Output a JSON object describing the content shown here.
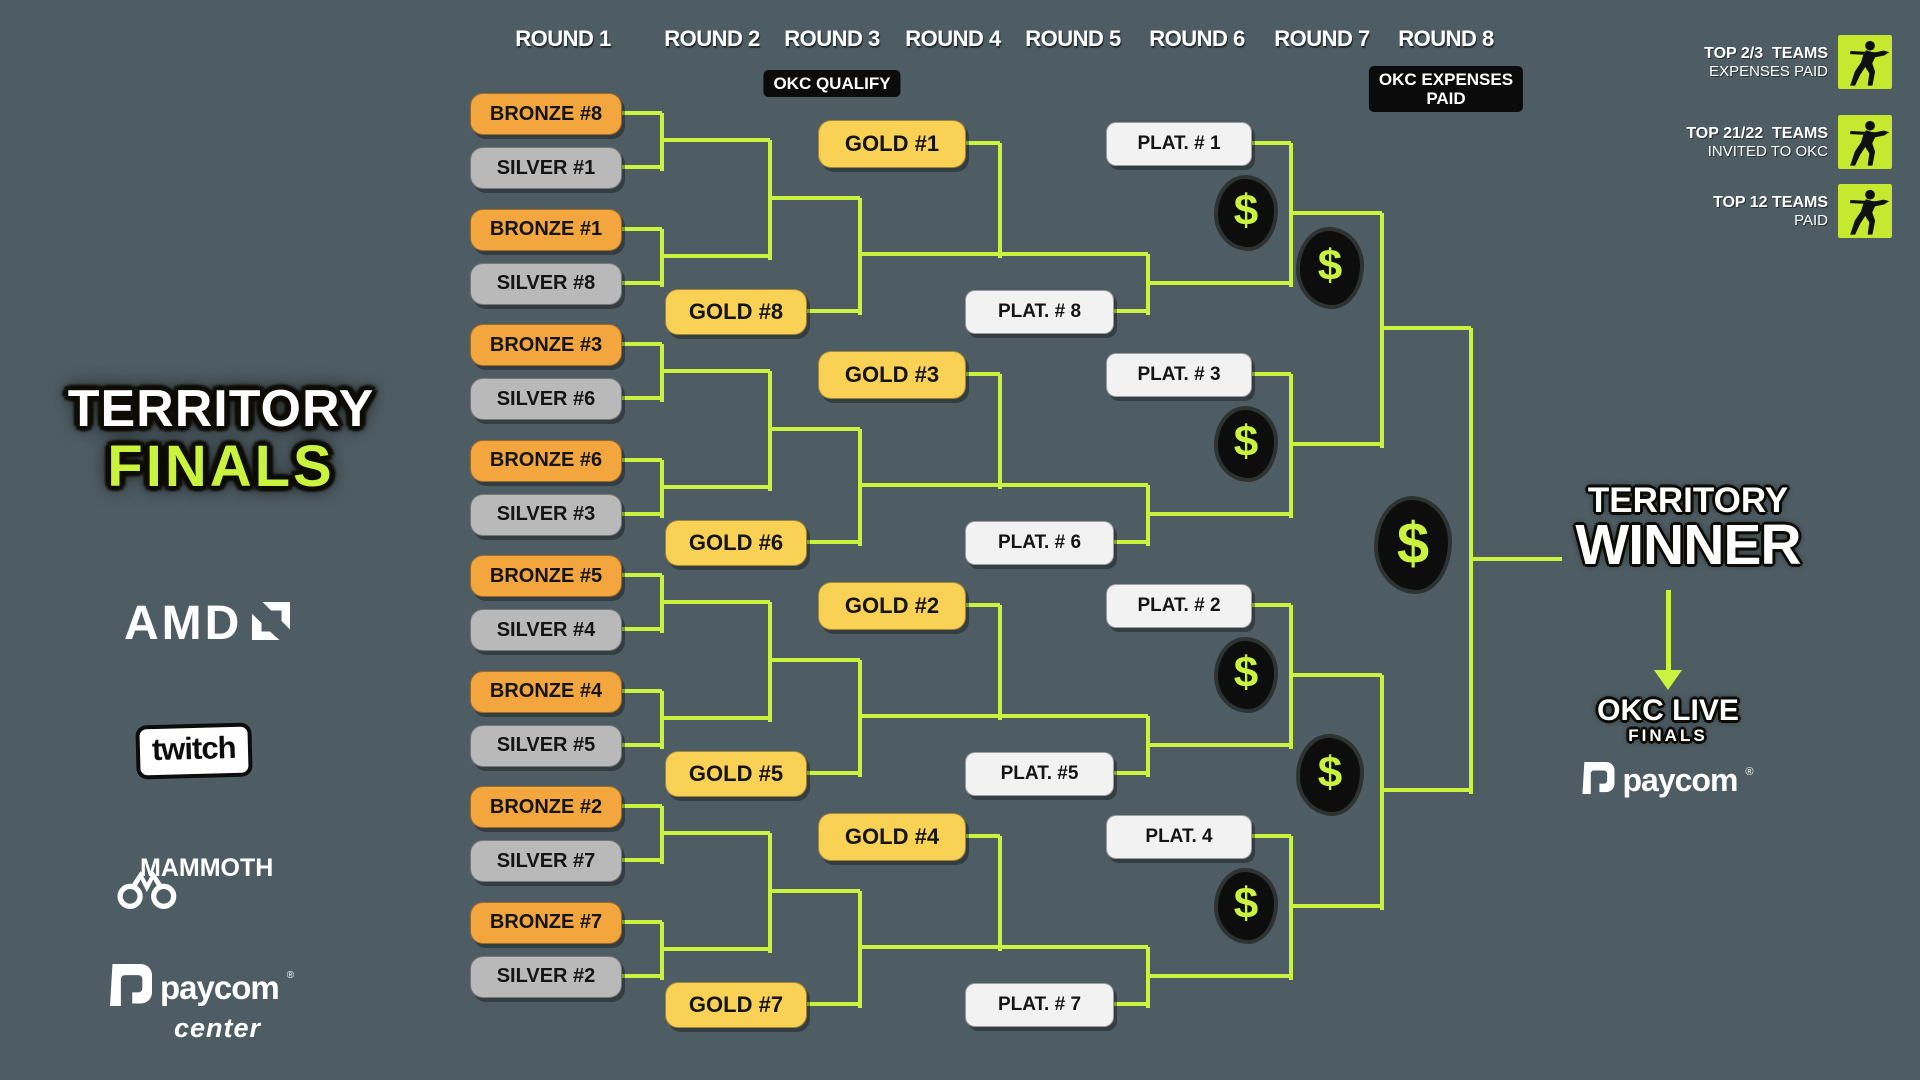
{
  "colors": {
    "background": "#4e5d64",
    "line": "#c9f33f",
    "bronze": "#f4a63e",
    "silver": "#b9b9b9",
    "gold": "#f8d155",
    "plat": "#f2f2f3",
    "legend_icon_bg": "#c6e82f"
  },
  "rounds": [
    "ROUND 1",
    "ROUND 2",
    "ROUND 3",
    "ROUND 4",
    "ROUND 5",
    "ROUND 6",
    "ROUND 7",
    "ROUND 8"
  ],
  "badges": {
    "okc_qualify": "OKC QUALIFY",
    "okc_expenses_line1": "OKC EXPENSES",
    "okc_expenses_line2": "PAID"
  },
  "legend": [
    {
      "title": "TOP 2/3  TEAMS",
      "subtitle": "EXPENSES PAID"
    },
    {
      "title": "TOP 21/22  TEAMS",
      "subtitle": "INVITED TO OKC"
    },
    {
      "title": "TOP 12 TEAMS",
      "subtitle": "PAID"
    }
  ],
  "logo": {
    "line1": "TERRITORY",
    "line2": "FINALS"
  },
  "bracket": {
    "round1_pairs": [
      [
        "BRONZE #8",
        "SILVER #1"
      ],
      [
        "BRONZE #1",
        "SILVER #8"
      ],
      [
        "BRONZE #3",
        "SILVER #6"
      ],
      [
        "BRONZE #6",
        "SILVER #3"
      ],
      [
        "BRONZE #5",
        "SILVER #4"
      ],
      [
        "BRONZE #4",
        "SILVER #5"
      ],
      [
        "BRONZE #2",
        "SILVER #7"
      ],
      [
        "BRONZE #7",
        "SILVER #2"
      ]
    ],
    "gold_r2": [
      "GOLD #8",
      "GOLD #6",
      "GOLD #5",
      "GOLD #7"
    ],
    "gold_r3": [
      "GOLD #1",
      "GOLD #3",
      "GOLD #2",
      "GOLD #4"
    ],
    "plat_r5": [
      "PLAT. # 8",
      "PLAT. # 6",
      "PLAT. #5",
      "PLAT. # 7"
    ],
    "plat_r6": [
      "PLAT. # 1",
      "PLAT. # 3",
      "PLAT. # 2",
      "PLAT. 4"
    ],
    "dollar": "$"
  },
  "winner": {
    "line1": "TERRITORY",
    "line2": "WINNER"
  },
  "okc_live": {
    "line1": "OKC LIVE",
    "line2": "FINALS"
  },
  "sponsors": {
    "amd": "AMD",
    "twitch": "twitch",
    "mammoth": "MAMMOTH",
    "paycom_name": "paycom",
    "paycom_sub": "center"
  },
  "winner_sponsor": {
    "name": "paycom"
  }
}
